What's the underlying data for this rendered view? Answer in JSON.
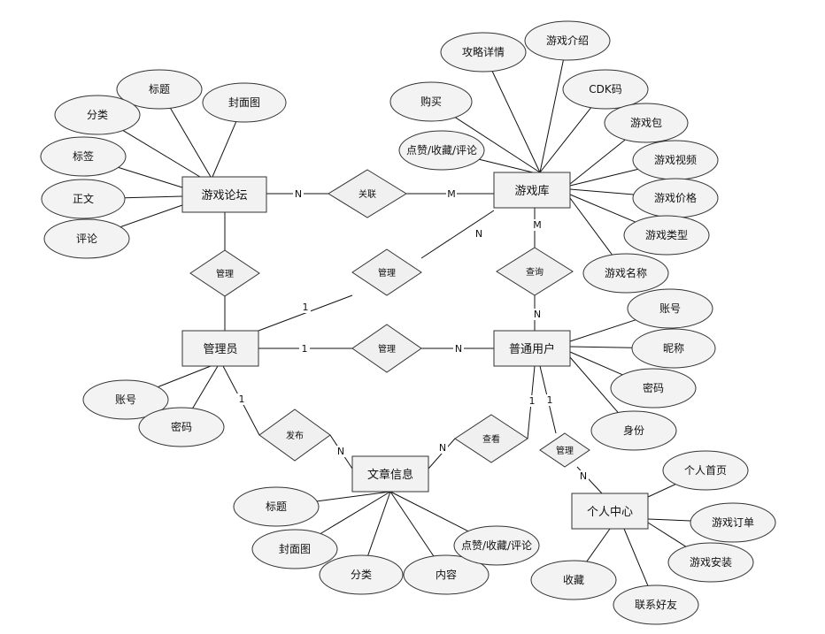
{
  "entities": {
    "forum": "游戏论坛",
    "library": "游戏库",
    "admin": "管理员",
    "user": "普通用户",
    "article": "文章信息",
    "center": "个人中心"
  },
  "relationships": {
    "link": "关联",
    "manage_forum": "管理",
    "manage_library": "管理",
    "query": "查询",
    "manage_user": "管理",
    "publish": "发布",
    "view": "查看",
    "manage_center": "管理"
  },
  "attributes": {
    "forum": [
      "标题",
      "封面图",
      "分类",
      "标签",
      "正文",
      "评论"
    ],
    "library": [
      "攻略详情",
      "游戏介绍",
      "购买",
      "CDK码",
      "点赞/收藏/评论",
      "游戏包",
      "游戏视频",
      "游戏价格",
      "游戏类型",
      "游戏名称"
    ],
    "user": [
      "账号",
      "昵称",
      "密码",
      "身份"
    ],
    "admin": [
      "账号",
      "密码"
    ],
    "article": [
      "标题",
      "封面图",
      "分类",
      "内容",
      "点赞/收藏/评论"
    ],
    "center": [
      "个人首页",
      "游戏订单",
      "游戏安装",
      "收藏",
      "联系好友"
    ]
  },
  "cardinalities": {
    "forum_link": "N",
    "library_link": "M",
    "admin_manage_library": "1",
    "library_manage_admin": "N",
    "library_query": "M",
    "user_query": "N",
    "admin_manage_user": "1",
    "user_manage_admin": "N",
    "admin_publish": "1",
    "article_publish": "N",
    "article_view": "N",
    "user_view": "1",
    "user_manage_center": "1",
    "center_manage": "N"
  }
}
